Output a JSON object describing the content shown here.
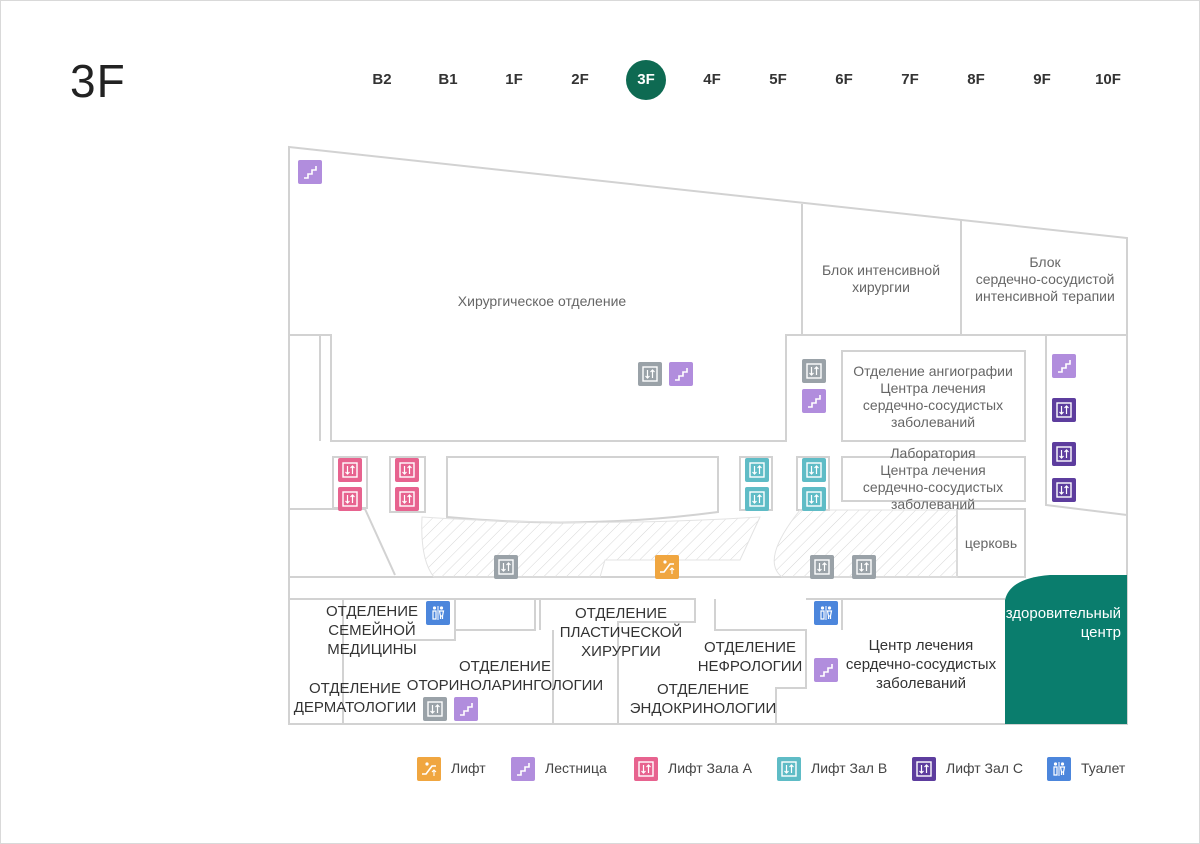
{
  "floor_title": "3F",
  "floors": [
    "B2",
    "B1",
    "1F",
    "2F",
    "3F",
    "4F",
    "5F",
    "6F",
    "7F",
    "8F",
    "9F",
    "10F"
  ],
  "active_floor": "3F",
  "rooms": {
    "surgery": "Хирургическое отделение",
    "icu_surgery": [
      "Блок интенсивной",
      "хирургии"
    ],
    "cardio_icu": [
      "Блок",
      "сердечно-сосудистой",
      "интенсивной терапии"
    ],
    "angiography": [
      "Отделение ангиографии",
      "Центра лечения",
      "сердечно-сосудистых",
      "заболеваний"
    ],
    "laboratory": [
      "Лаборатория",
      "Центра лечения",
      "сердечно-сосудистых",
      "заболеваний"
    ],
    "church": "церковь",
    "family_medicine": [
      "ОТДЕЛЕНИЕ",
      "СЕМЕЙНОЙ",
      "МЕДИЦИНЫ"
    ],
    "plastic_surgery": [
      "ОТДЕЛЕНИЕ",
      "ПЛАСТИЧЕСКОЙ",
      "ХИРУРГИИ"
    ],
    "nephrology": [
      "ОТДЕЛЕНИЕ",
      "НЕФРОЛОГИИ"
    ],
    "cardio_center": [
      "Центр лечения",
      "сердечно-сосудистых",
      "заболеваний"
    ],
    "ent": [
      "ОТДЕЛЕНИЕ",
      "ОТОРИНОЛАРИНГОЛОГИИ"
    ],
    "dermatology": [
      "ОТДЕЛЕНИЕ",
      "ДЕРМАТОЛОГИИ"
    ],
    "endocrinology": [
      "ОТДЕЛЕНИЕ",
      "ЭНДОКРИНОЛОГИИ"
    ],
    "wellness": [
      "Оздоровительный",
      "центр"
    ]
  },
  "legend": [
    {
      "icon": "elevator-icon",
      "label": "Лифт",
      "color": "#f0a640"
    },
    {
      "icon": "stairs-icon",
      "label": "Лестница",
      "color": "#b18ddd"
    },
    {
      "icon": "lift-hall-a-icon",
      "label": "Лифт Зала А",
      "color": "#e7638f"
    },
    {
      "icon": "lift-hall-b-icon",
      "label": "Лифт Зал B",
      "color": "#5fbcc6"
    },
    {
      "icon": "lift-hall-c-icon",
      "label": "Лифт Зал С",
      "color": "#5d3d9e"
    },
    {
      "icon": "toilet-icon",
      "label": "Туалет",
      "color": "#4c86dc"
    }
  ],
  "colors": {
    "accent": "#0e6a52",
    "wellness_area": "#0a7d6d",
    "wall": "#d0d0d0",
    "service_icon": "#9aa2a8"
  }
}
